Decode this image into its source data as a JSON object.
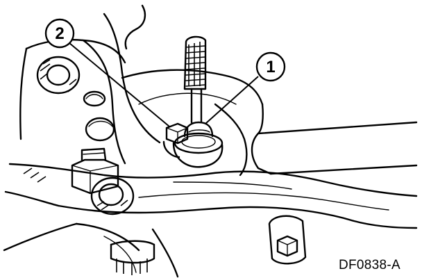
{
  "callouts": [
    {
      "number": "1"
    },
    {
      "number": "2"
    }
  ],
  "figure_code": "DF0838-A"
}
